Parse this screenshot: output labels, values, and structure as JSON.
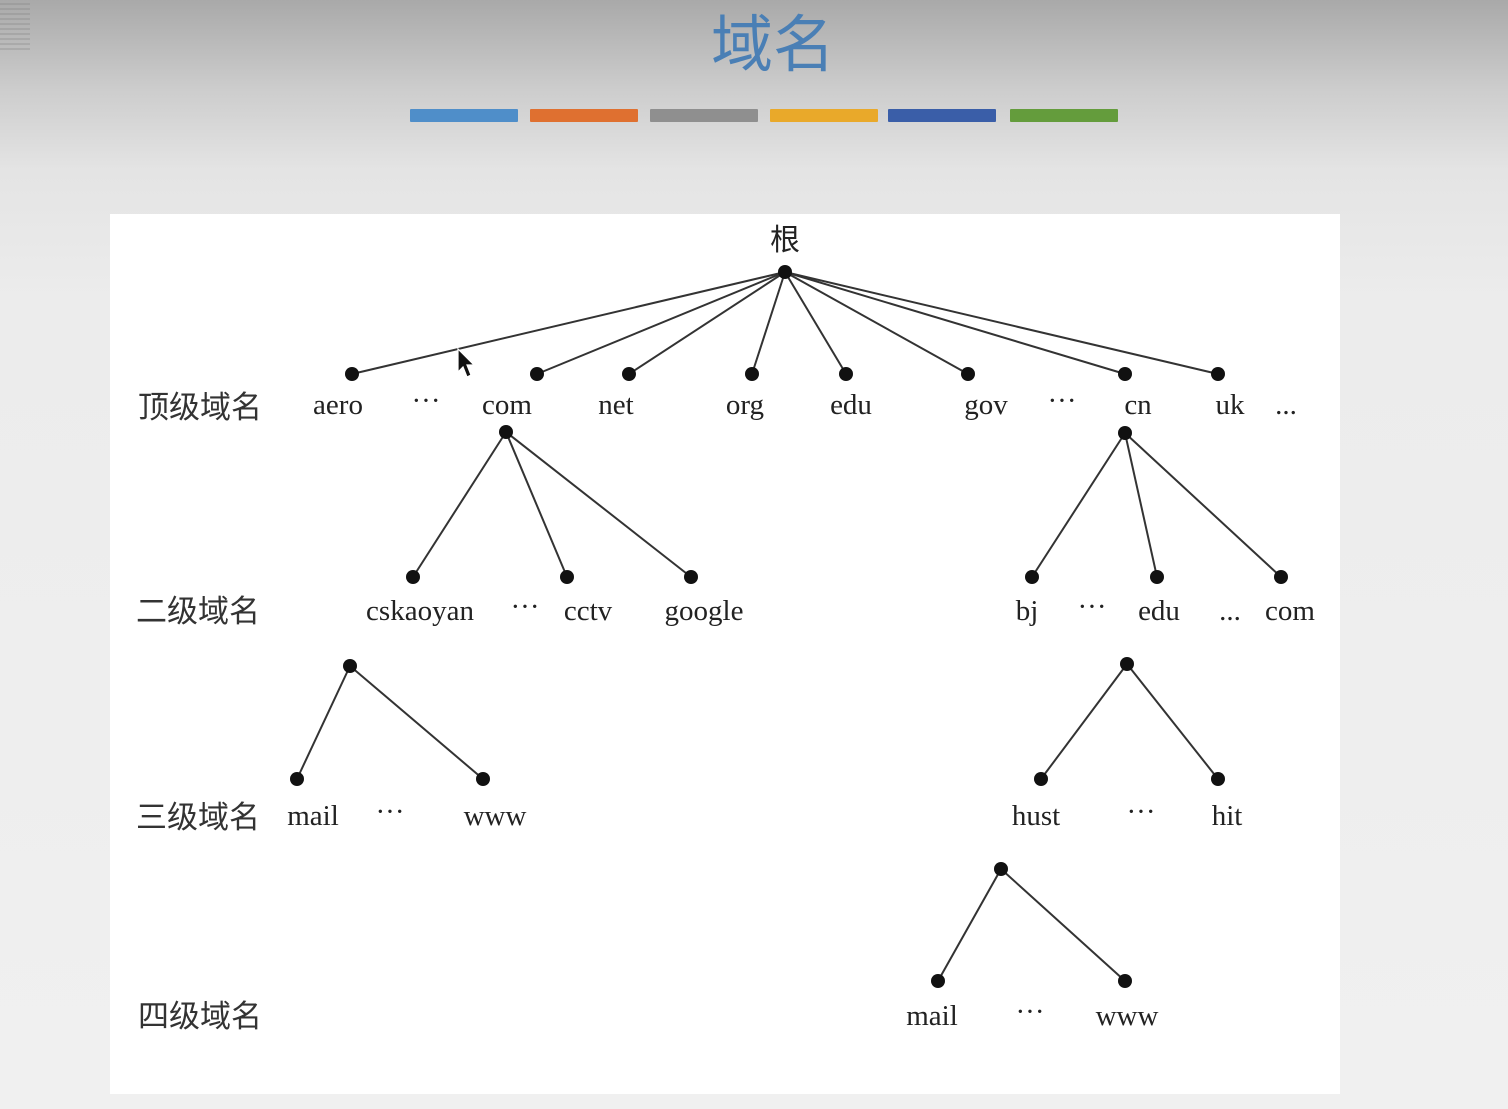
{
  "title": "域名",
  "accent_colors": [
    "#4f8ec9",
    "#df7030",
    "#8f8f8f",
    "#e9a92a",
    "#3a5ea8",
    "#649c3c"
  ],
  "levels": [
    "顶级域名",
    "二级域名",
    "三级域名",
    "四级域名"
  ],
  "root_label": "根",
  "ellipsis_dot": "···",
  "ellipsis_low": "...",
  "nodes": {
    "top": [
      "aero",
      "com",
      "net",
      "org",
      "edu",
      "gov",
      "cn",
      "uk"
    ],
    "com_children": [
      "cskaoyan",
      "cctv",
      "google"
    ],
    "cn_children": [
      "bj",
      "edu",
      "com"
    ],
    "cskaoyan_children": [
      "mail",
      "www"
    ],
    "cn_edu_children": [
      "hust",
      "hit"
    ],
    "hust_children": [
      "mail",
      "www"
    ]
  }
}
